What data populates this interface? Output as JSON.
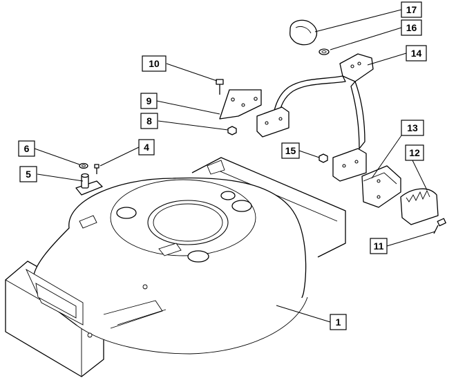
{
  "callouts": [
    {
      "id": "callout-1",
      "label": "1"
    },
    {
      "id": "callout-4",
      "label": "4"
    },
    {
      "id": "callout-5",
      "label": "5"
    },
    {
      "id": "callout-6",
      "label": "6"
    },
    {
      "id": "callout-8",
      "label": "8"
    },
    {
      "id": "callout-9",
      "label": "9"
    },
    {
      "id": "callout-10",
      "label": "10"
    },
    {
      "id": "callout-11",
      "label": "11"
    },
    {
      "id": "callout-12",
      "label": "12"
    },
    {
      "id": "callout-13",
      "label": "13"
    },
    {
      "id": "callout-14",
      "label": "14"
    },
    {
      "id": "callout-15",
      "label": "15"
    },
    {
      "id": "callout-16",
      "label": "16"
    },
    {
      "id": "callout-17",
      "label": "17"
    }
  ]
}
